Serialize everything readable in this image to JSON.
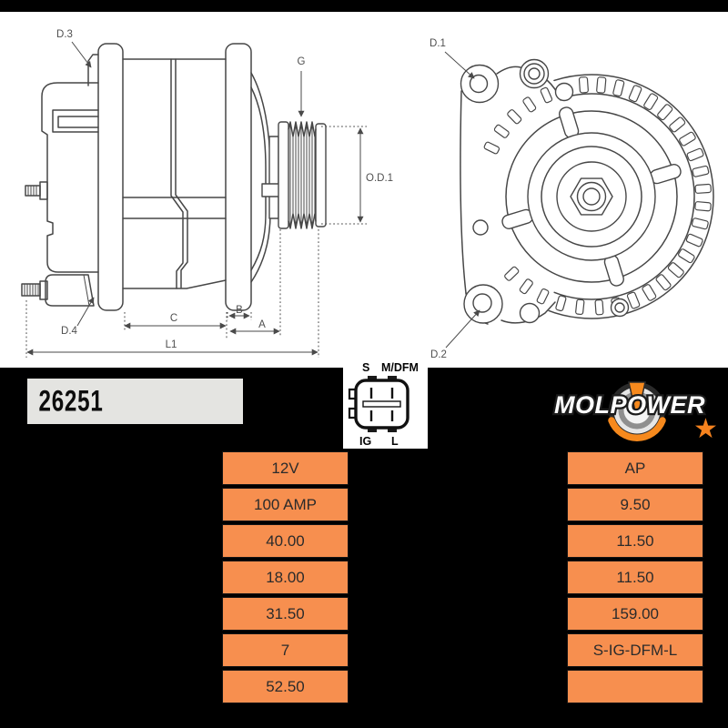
{
  "part_number": "26251",
  "brand": {
    "name": "MOLPOWER",
    "star_icon": "★"
  },
  "diagram": {
    "side_view_labels": {
      "d3": "D.3",
      "d4": "D.4",
      "g": "G",
      "od1": "O.D.1",
      "a": "A",
      "b": "B",
      "c": "C",
      "l1": "L1"
    },
    "front_view_labels": {
      "d1": "D.1",
      "d2": "D.2"
    },
    "connector": {
      "top_left": "S",
      "top_right": "M/DFM",
      "bottom_left": "IG",
      "bottom_right": "L"
    }
  },
  "specs": {
    "left_column": [
      "12V",
      "100 AMP",
      "40.00",
      "18.00",
      "31.50",
      "7",
      "52.50"
    ],
    "right_column": [
      "AP",
      "9.50",
      "11.50",
      "11.50",
      "159.00",
      "S-IG-DFM-L",
      ""
    ]
  },
  "colors": {
    "accent_orange": "#f78f4f",
    "star_orange": "#f5821e",
    "plate_gray": "#e4e4e1"
  }
}
